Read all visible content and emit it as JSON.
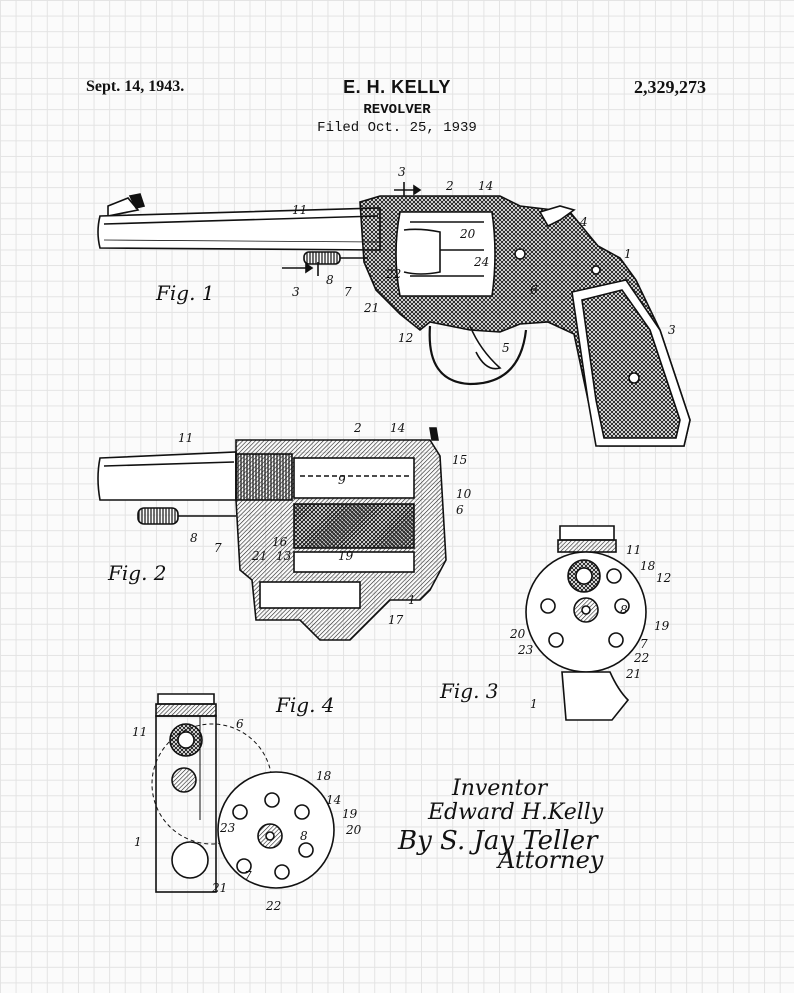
{
  "header": {
    "date": "Sept. 14, 1943.",
    "inventor": "E. H. KELLY",
    "patent_number": "2,329,273",
    "title": "REVOLVER",
    "filed": "Filed Oct. 25, 1939"
  },
  "figures": {
    "fig1": "Fig. 1",
    "fig2": "Fig. 2",
    "fig3": "Fig. 3",
    "fig4": "Fig. 4"
  },
  "fig1_labels": {
    "section_top": "3",
    "n2": "2",
    "n14": "14",
    "n4": "4",
    "n1": "1",
    "n11": "11",
    "n20": "20",
    "n24": "24",
    "n22": "22",
    "n8": "8",
    "section_bottom": "3",
    "n7": "7",
    "n21": "21",
    "n6": "6",
    "n12": "12",
    "n5": "5",
    "n3": "3"
  },
  "fig2_labels": {
    "n11": "11",
    "n2": "2",
    "n14": "14",
    "n15": "15",
    "n9": "9",
    "n10": "10",
    "n6": "6",
    "n8": "8",
    "n7": "7",
    "n16": "16",
    "n21": "21",
    "n13": "13",
    "n19": "19",
    "n1": "1",
    "n17": "17"
  },
  "fig3_labels": {
    "n11": "11",
    "n18": "18",
    "n12": "12",
    "n8": "8",
    "n19": "19",
    "n20": "20",
    "n23": "23",
    "n7": "7",
    "n22": "22",
    "n21": "21",
    "n1": "1"
  },
  "fig4_labels": {
    "n11": "11",
    "n6": "6",
    "n18": "18",
    "n14": "14",
    "n19": "19",
    "n8": "8",
    "n20": "20",
    "n1": "1",
    "n23": "23",
    "n7": "7",
    "n21": "21",
    "n22": "22"
  },
  "signature": {
    "inventor_label": "Inventor",
    "inventor_name": "Edward H.Kelly",
    "by": "By S. Jay Teller",
    "attorney": "Attorney"
  }
}
